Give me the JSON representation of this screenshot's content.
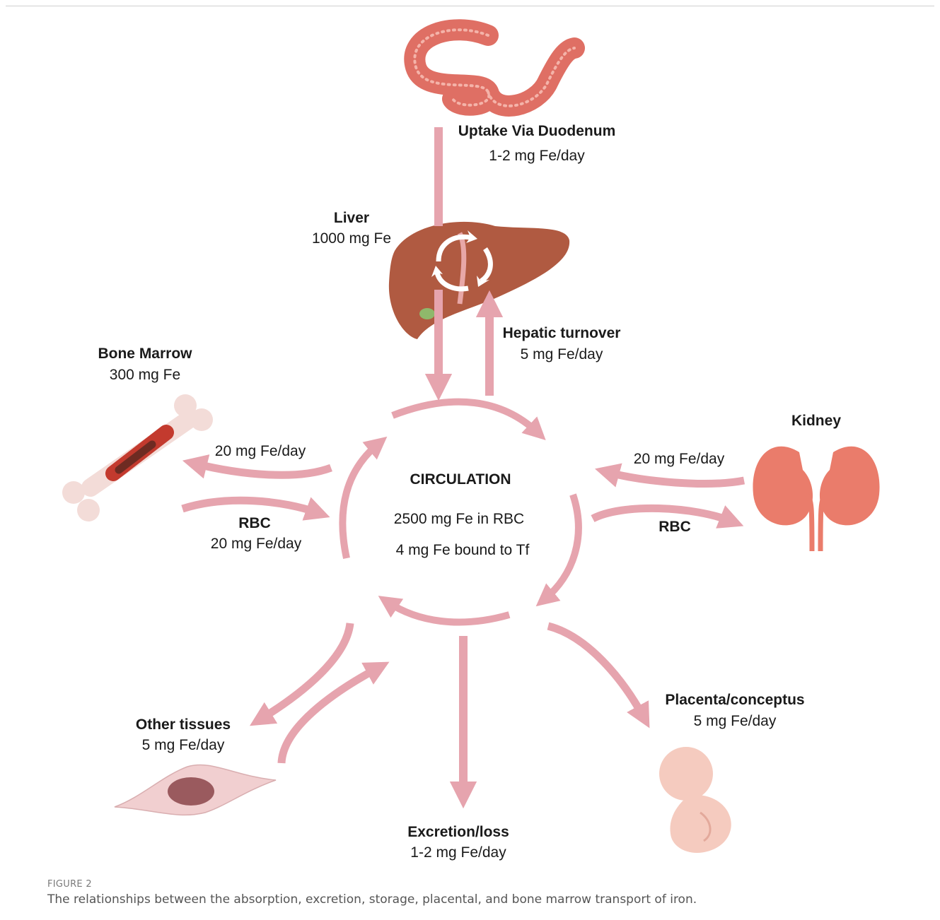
{
  "colors": {
    "arrow": "#e6a4ae",
    "intestine": "#df6f64",
    "liver": "#b05a41",
    "kidney": "#ea7c6b",
    "bone": "#f3dcd8",
    "marrow": "#c33a2e",
    "cell": "#f1cfd0",
    "nucleus": "#9a5a5e",
    "fetus": "#f5cbbf"
  },
  "nodes": {
    "duodenum": {
      "title": "Uptake Via Duodenum",
      "value": "1-2 mg Fe/day"
    },
    "liver": {
      "title": "Liver",
      "value": "1000 mg Fe"
    },
    "hepatic": {
      "title": "Hepatic turnover",
      "value": "5 mg Fe/day"
    },
    "bone_marrow": {
      "title": "Bone Marrow",
      "value": "300 mg Fe"
    },
    "bone_out": {
      "value": "20 mg Fe/day"
    },
    "bone_in": {
      "title": "RBC",
      "value": "20 mg Fe/day"
    },
    "circulation": {
      "title": "CIRCULATION",
      "line1": "2500 mg Fe in RBC",
      "line2": "4 mg Fe bound to Tf"
    },
    "kidney": {
      "title": "Kidney"
    },
    "kidney_out": {
      "value": "20 mg Fe/day"
    },
    "kidney_in": {
      "title": "RBC"
    },
    "other_tissues": {
      "title": "Other tissues",
      "value": "5 mg Fe/day"
    },
    "placenta": {
      "title": "Placenta/conceptus",
      "value": "5 mg Fe/day"
    },
    "excretion": {
      "title": "Excretion/loss",
      "value": "1-2 mg Fe/day"
    }
  },
  "caption": {
    "label": "FIGURE 2",
    "text": "The relationships between the absorption, excretion, storage, placental, and bone marrow transport of iron."
  }
}
